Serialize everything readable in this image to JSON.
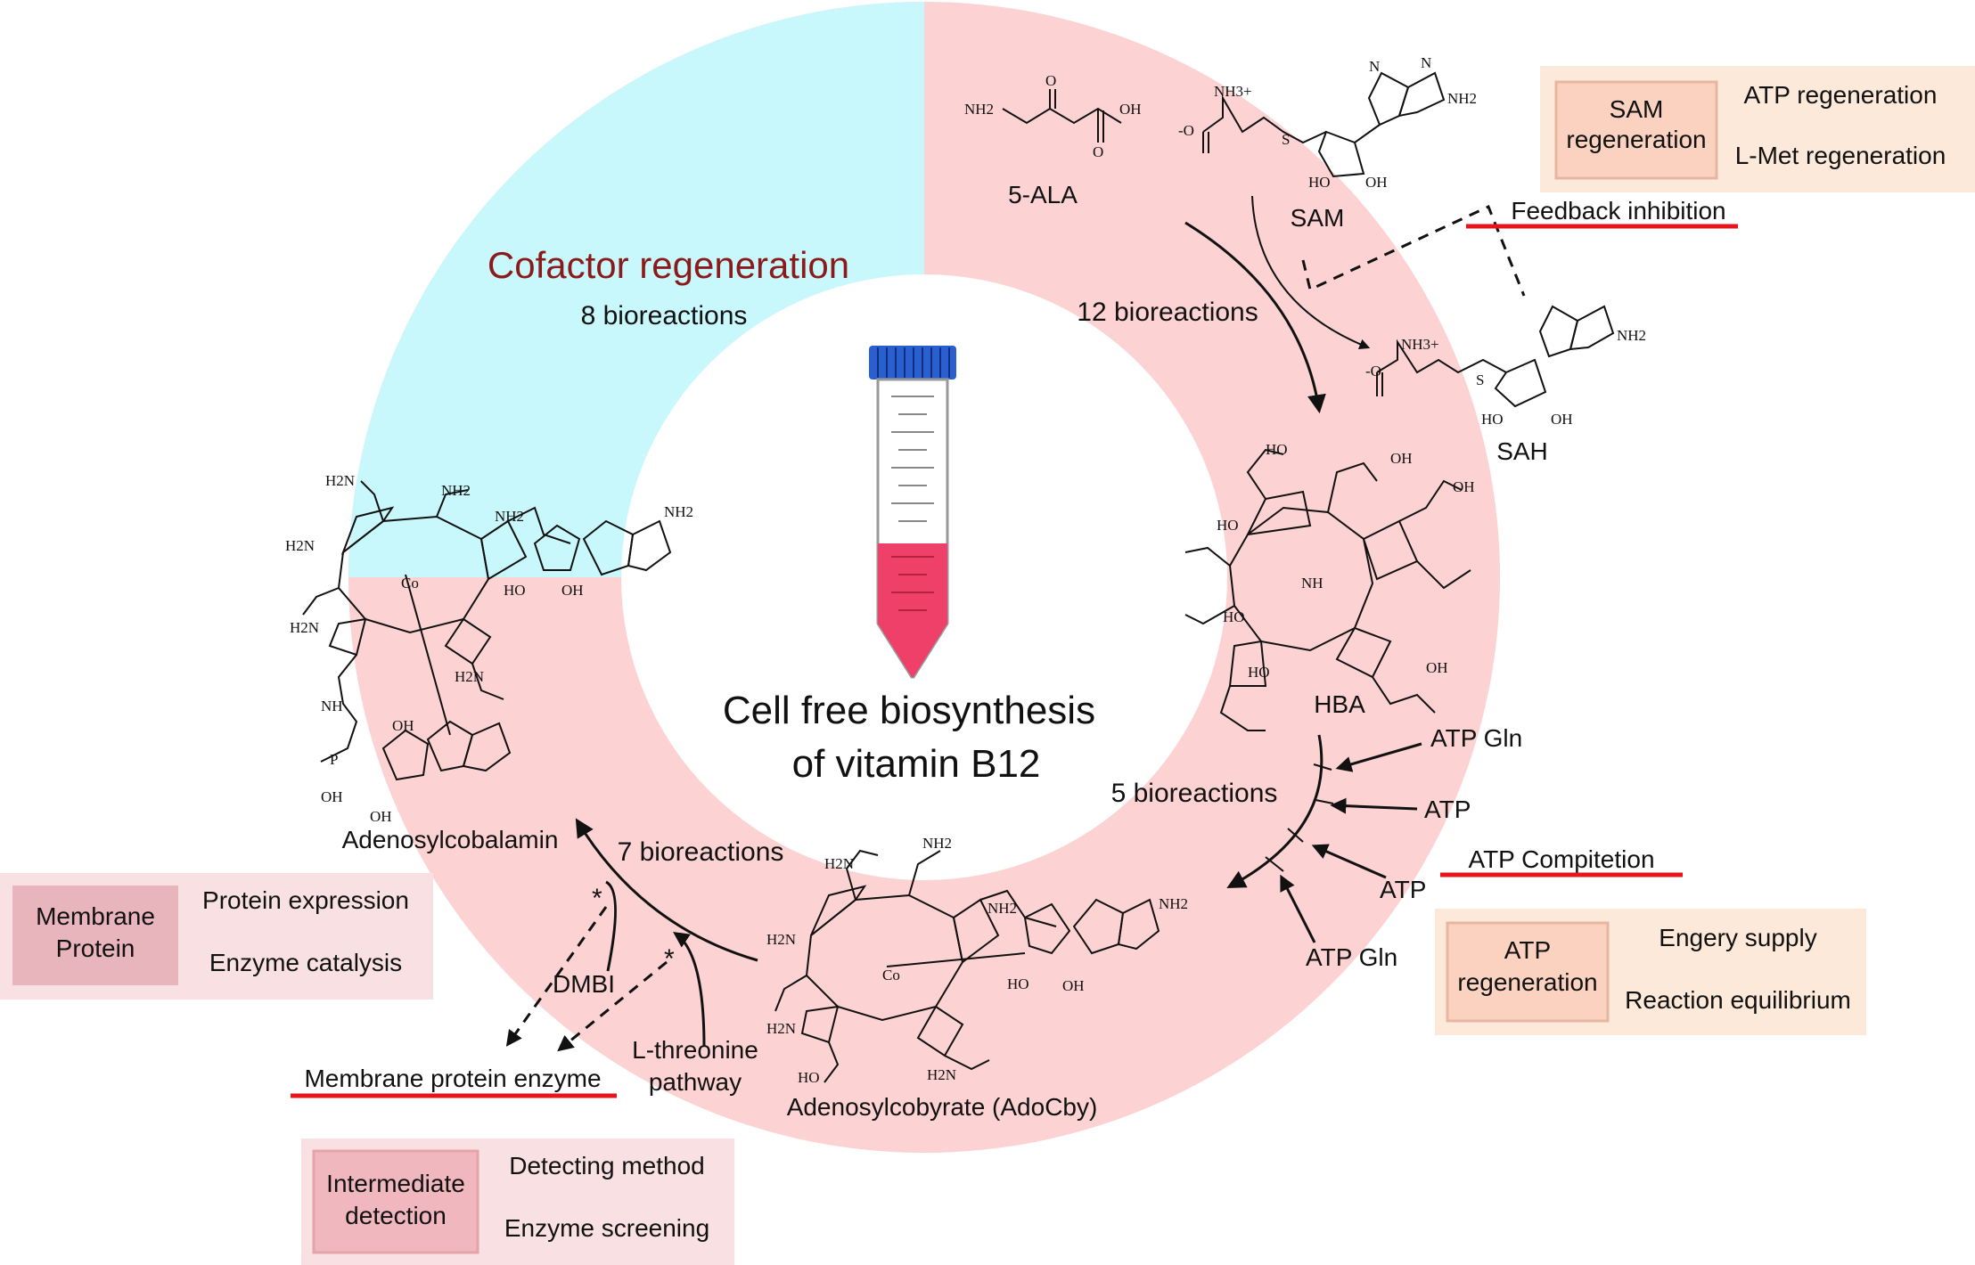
{
  "colors": {
    "cofactor_sector": "#c8f8fc",
    "ring": "#fcd2d2",
    "center": "#ffffff",
    "title_red": "#8b1a1a",
    "underline": "#e8141c",
    "box_peach": "#fde9d9",
    "box_peach_inner": "#fbd2c0",
    "box_pink": "#f9e1e3",
    "box_pink_inner": "#e9b5bc",
    "tube_cap": "#2a5fd0",
    "tube_liquid": "#ee4068"
  },
  "center": {
    "title_line1": "Cell free biosynthesis",
    "title_line2": "of vitamin B12",
    "icon": "centrifuge-tube-icon"
  },
  "cofactor": {
    "title": "Cofactor regeneration",
    "count": "8 bioreactions"
  },
  "compounds": {
    "ala": "5-ALA",
    "sam": "SAM",
    "sah": "SAH",
    "hba": "HBA",
    "adocby": "Adenosylcobyrate (AdoCby)",
    "adocbl": "Adenosylcobalamin"
  },
  "steps": {
    "s12": "12 bioreactions",
    "s5": "5 bioreactions",
    "s7": "7 bioreactions"
  },
  "inputs": {
    "atp_gln_1": "ATP Gln",
    "atp_1": "ATP",
    "atp_2": "ATP",
    "atp_gln_2": "ATP Gln",
    "dmbi": "DMBI",
    "threonine": "L-threonine\npathway",
    "threonine_l1": "L-threonine",
    "threonine_l2": "pathway"
  },
  "issues": {
    "feedback": "Feedback inhibition",
    "atp_comp": "ATP Compitetion",
    "membrane": "Membrane protein enzyme",
    "asterisk": "*"
  },
  "boxes": {
    "sam": {
      "head_l1": "SAM",
      "head_l2": "regeneration",
      "item1": "ATP regeneration",
      "item2": "L-Met regeneration"
    },
    "atp": {
      "head_l1": "ATP",
      "head_l2": "regeneration",
      "item1": "Engery supply",
      "item2": "Reaction equilibrium"
    },
    "membrane": {
      "head_l1": "Membrane",
      "head_l2": "Protein",
      "item1": "Protein expression",
      "item2": "Enzyme catalysis"
    },
    "intermediate": {
      "head_l1": "Intermediate",
      "head_l2": "detection",
      "item1": "Detecting method",
      "item2": "Enzyme screening"
    }
  },
  "chem_labels": {
    "nh2": "NH2",
    "oh": "OH",
    "ho": "HO",
    "o": "O",
    "n": "N",
    "s": "S",
    "co": "Co",
    "nh": "NH",
    "nh3": "NH3+",
    "h2n": "H2N",
    "p": "P",
    "minus_o": "-O"
  }
}
